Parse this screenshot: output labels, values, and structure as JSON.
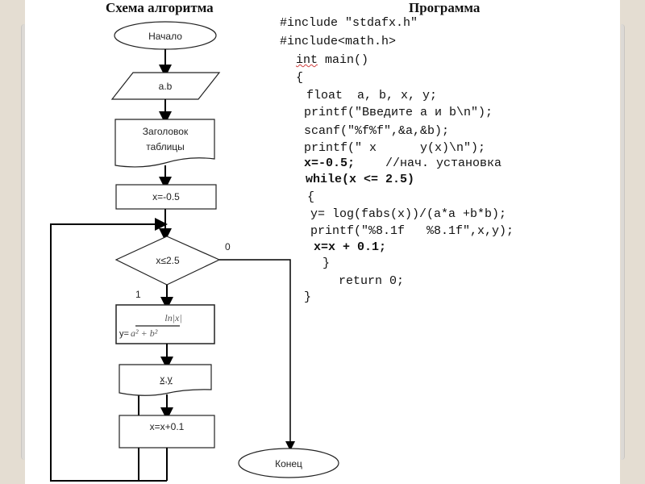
{
  "headings": {
    "flowchart": "Схема алгоритма",
    "program": "Программа"
  },
  "flowchart": {
    "start": "Начало",
    "input": "a.b",
    "header_line1": "Заголовок",
    "header_line2": "таблицы",
    "init": "x=-0.5",
    "condition": "x≤2.5",
    "branch_false": "0",
    "branch_true": "1",
    "formula_numerator": "ln|x|",
    "formula_prefix": "y=",
    "formula_denominator": "a² + b²",
    "output": "x,y",
    "increment": "x=x+0.1",
    "end": "Конец"
  },
  "code": {
    "lines": [
      "#include \"stdafx.h\"",
      "#include<math.h>",
      "int main()",
      "{",
      "float  a, b, x, y;",
      "printf(\"Введите a и b\\n\");",
      "scanf(\"%f%f\",&a,&b);",
      "printf(\" x      y(x)\\n\");",
      "x=-0.5;",
      "//нач. установка",
      "while(x <= 2.5)",
      "{",
      "y= log(fabs(x))/(a*a +b*b);",
      "printf(\"%8.1f   %8.1f\",x,y);",
      "x=x + 0.1;",
      "}",
      "return 0;",
      "}"
    ]
  }
}
